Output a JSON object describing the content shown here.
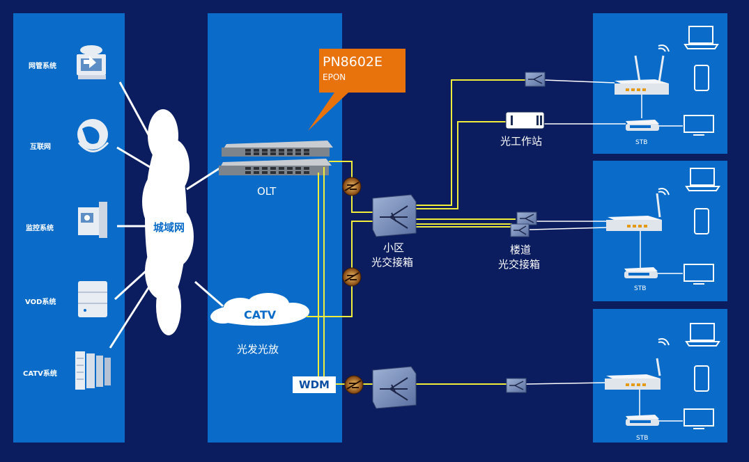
{
  "colors": {
    "background": "#0b1d5e",
    "panel": "#0a6cc8",
    "callout": "#e8720c",
    "fiber": "#f0ee3a"
  },
  "left_systems": [
    {
      "label": "网管系统",
      "icon": "management-server-icon"
    },
    {
      "label": "互联网",
      "icon": "internet-globe-icon"
    },
    {
      "label": "监控系统",
      "icon": "surveillance-icon"
    },
    {
      "label": "VOD系统",
      "icon": "vod-server-icon"
    },
    {
      "label": "CATV系统",
      "icon": "catv-rack-icon"
    }
  ],
  "cloud_label": "城域网",
  "callout": {
    "title": "PN8602E",
    "subtitle": "EPON"
  },
  "olt_label": "OLT",
  "catv_label": "CATV",
  "catv_sub": "光发光放",
  "wdm_label": "WDM",
  "community_box": "小区\n光交接箱",
  "community_box_l1": "小区",
  "community_box_l2": "光交接箱",
  "optical_station": "光工作站",
  "building_box_l1": "楼道",
  "building_box_l2": "光交接箱",
  "stb_label": "STB"
}
